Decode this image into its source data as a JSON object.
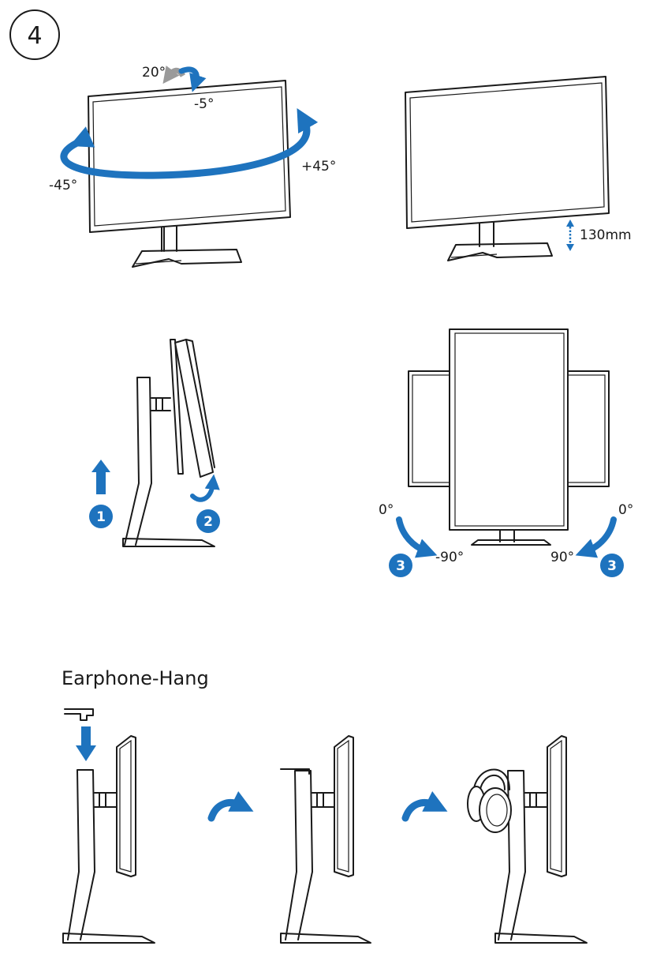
{
  "step": {
    "number": "4"
  },
  "tilt": {
    "up": "20°",
    "down": "-5°"
  },
  "swivel": {
    "left": "-45°",
    "right": "+45°"
  },
  "height": {
    "value": "130mm"
  },
  "removal": {
    "step1": "1",
    "step2": "2"
  },
  "pivot": {
    "left_start": "0°",
    "left_end": "-90°",
    "right_start": "0°",
    "right_end": "90°",
    "step": "3"
  },
  "earphone": {
    "title": "Earphone-Hang"
  },
  "colors": {
    "accent": "#1e73be",
    "line": "#1a1a1a"
  }
}
